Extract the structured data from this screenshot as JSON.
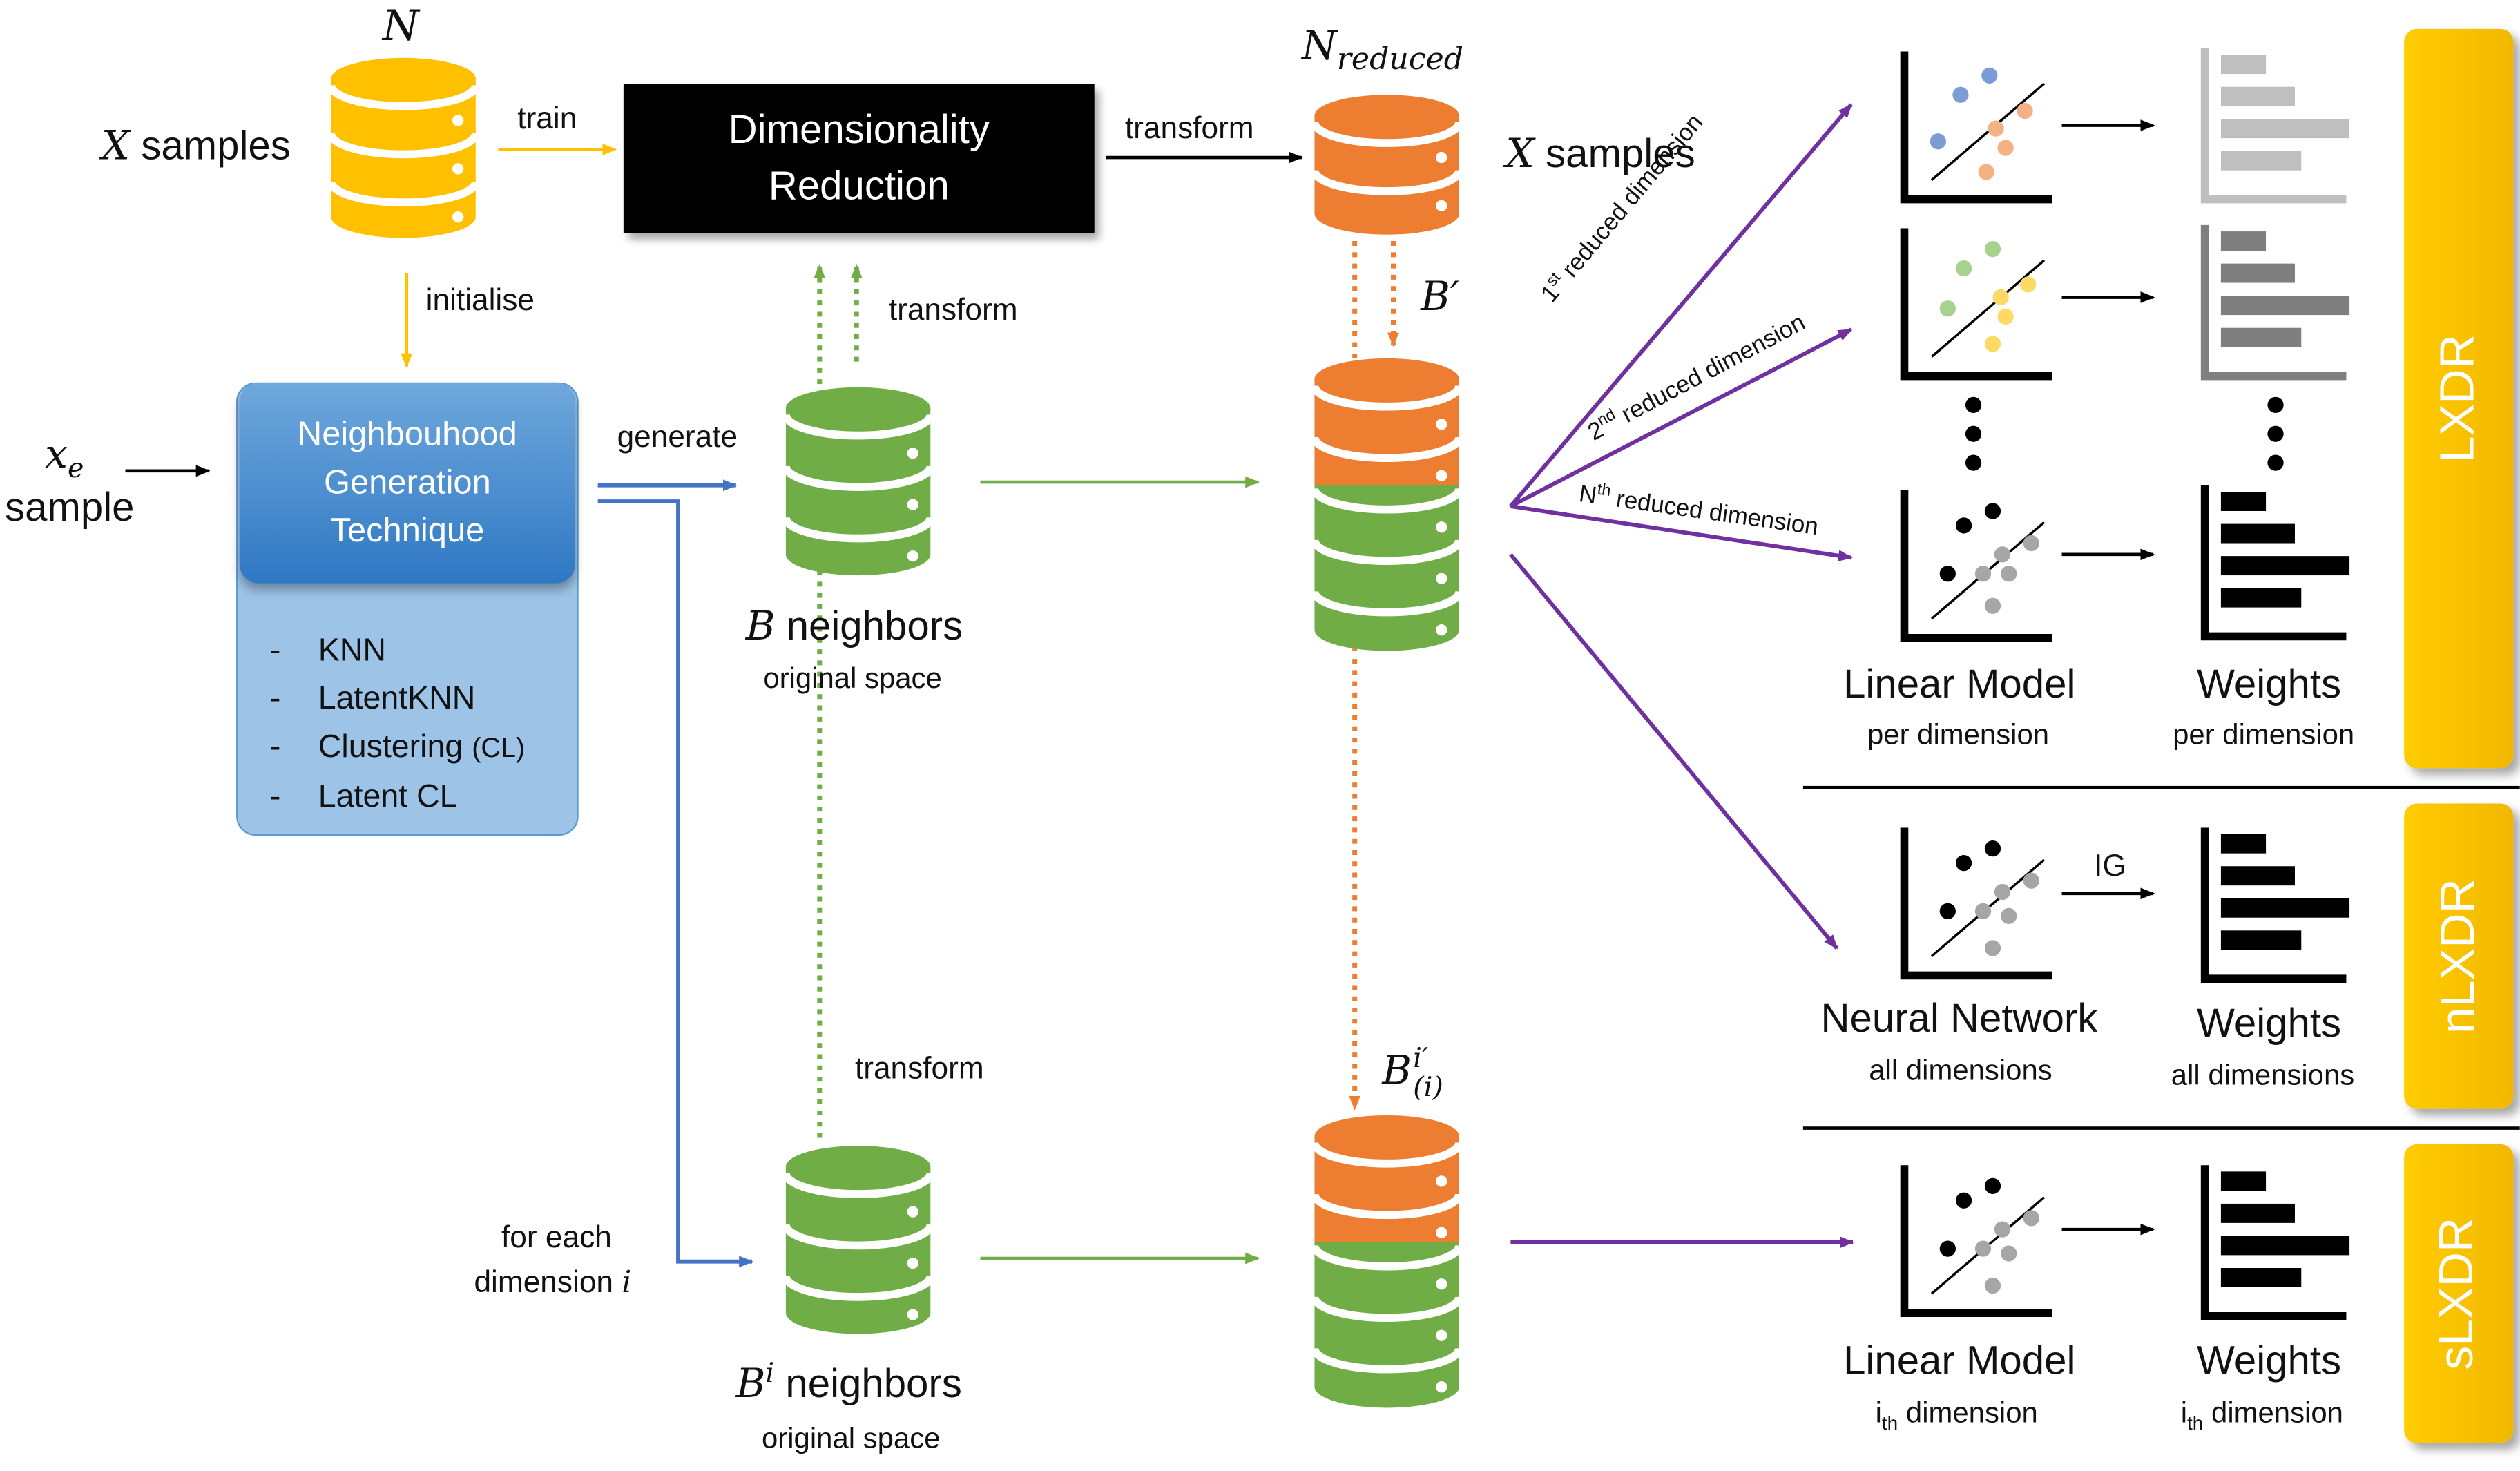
{
  "colors": {
    "yellow": "#ffc000",
    "orange": "#ed7d31",
    "green": "#70ad47",
    "blue": "#4472c4",
    "purple": "#7030a0",
    "gold_tag": "#ffcc00"
  },
  "top": {
    "n_label": "N",
    "x_samples_var": "X",
    "x_samples_text": "samples",
    "train": "train",
    "dr_line1": "Dimensionality",
    "dr_line2": "Reduction",
    "transform_top": "transform",
    "n_reduced_base": "N",
    "n_reduced_sub": "reduced",
    "x_samples2_var": "X",
    "x_samples2_text": "samples",
    "initialise": "initialise"
  },
  "left": {
    "xe_var": "x",
    "xe_sub": "e",
    "sample": "sample",
    "ng_line1": "Neighbouhood",
    "ng_line2": "Generation",
    "ng_line3": "Technique",
    "methods": [
      {
        "text": "KNN",
        "suffix": ""
      },
      {
        "text": "LatentKNN",
        "suffix": ""
      },
      {
        "text": "Clustering",
        "suffix": "(CL)"
      },
      {
        "text": "Latent CL",
        "suffix": ""
      }
    ],
    "generate": "generate",
    "for_each": "for each",
    "dimension_text": "dimension",
    "dimension_var": "i"
  },
  "middle": {
    "transform_up1": "transform",
    "transform_up2": "transform",
    "b_var": "B",
    "b_neighbors": "neighbors",
    "b_space": "original space",
    "bi_var": "B",
    "bi_sup": "i",
    "bi_neighbors": "neighbors",
    "bi_space": "original space",
    "bprime": "B′",
    "bi_prime_base": "B",
    "bi_prime_sup": "i′",
    "bi_prime_sub": "(i)"
  },
  "branches": {
    "first_sup": "st",
    "first_num": "1",
    "first_text": "reduced dimension",
    "second_sup": "nd",
    "second_num": "2",
    "second_text": "reduced dimension",
    "nth_sup": "th",
    "nth_num": "N",
    "nth_text": "reduced dimension"
  },
  "right": {
    "lxdr_model": "Linear Model",
    "lxdr_model_sub": "per dimension",
    "lxdr_weights": "Weights",
    "lxdr_weights_sub": "per dimension",
    "ig": "IG",
    "nlxdr_model": "Neural Network",
    "nlxdr_model_sub": "all dimensions",
    "nlxdr_weights": "Weights",
    "nlxdr_weights_sub": "all dimensions",
    "slxdr_model": "Linear Model",
    "slxdr_model_sub_base": "i",
    "slxdr_model_sub_sub": "th",
    "slxdr_model_sub_text": "dimension",
    "slxdr_weights": "Weights",
    "slxdr_weights_sub_base": "i",
    "slxdr_weights_sub_sub": "th",
    "slxdr_weights_sub_text": "dimension",
    "tag_lxdr": "LXDR",
    "tag_nlxdr": "nLXDR",
    "tag_slxdr": "sLXDR"
  }
}
